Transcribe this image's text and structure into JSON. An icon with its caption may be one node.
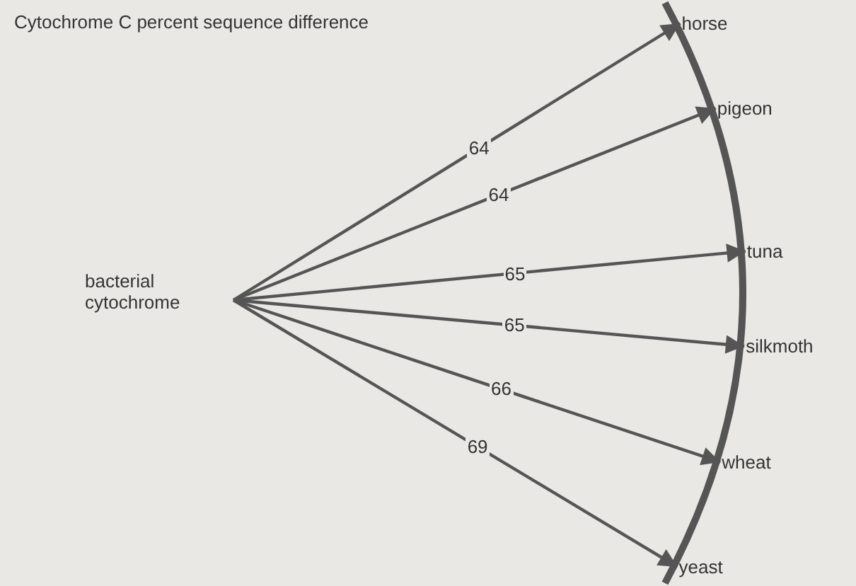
{
  "diagram": {
    "title": "Cytochrome C percent sequence difference",
    "nodes": [
      {
        "text": [
          "bacterial cytochrome"
        ]
      },
      {
        "text": [
          "horse"
        ]
      },
      {
        "text": [
          "pigeon"
        ]
      },
      {
        "text": [
          "tuna"
        ]
      },
      {
        "text": [
          "silkmoth"
        ]
      },
      {
        "text": [
          "wheat"
        ]
      },
      {
        "text": [
          "yeast"
        ]
      }
    ],
    "edges": [
      {
        "from": 0,
        "to": 1,
        "arrow": "to",
        "label": "64"
      },
      {
        "from": 0,
        "to": 2,
        "arrow": "to",
        "label": "64"
      },
      {
        "from": 0,
        "to": 3,
        "arrow": "to",
        "label": "65"
      },
      {
        "from": 0,
        "to": 4,
        "arrow": "to",
        "label": "65"
      },
      {
        "from": 0,
        "to": 5,
        "arrow": "to",
        "label": "66"
      },
      {
        "from": 0,
        "to": 6,
        "arrow": "to",
        "label": "69"
      }
    ]
  }
}
